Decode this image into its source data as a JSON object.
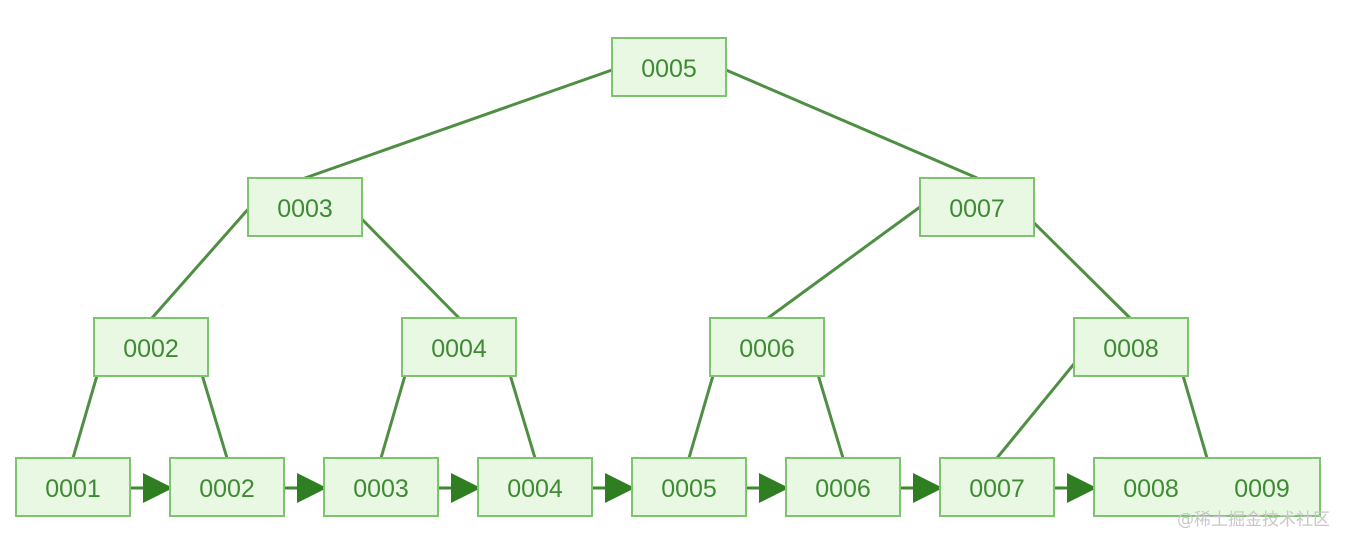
{
  "tree": {
    "root": [
      "0005"
    ],
    "level1": [
      "0003",
      "0007"
    ],
    "level2": [
      "0002",
      "0004",
      "0006",
      "0008"
    ],
    "leaves": [
      [
        "0001"
      ],
      [
        "0002"
      ],
      [
        "0003"
      ],
      [
        "0004"
      ],
      [
        "0005"
      ],
      [
        "0006"
      ],
      [
        "0007"
      ],
      [
        "0008",
        "0009"
      ]
    ]
  },
  "colors": {
    "node_fill": "#e8f8e3",
    "node_border": "#7cc46e",
    "text": "#3f8a34",
    "edge": "#4f8f43",
    "arrow": "#2f7f22"
  },
  "watermark": "@稀土掘金技术社区"
}
